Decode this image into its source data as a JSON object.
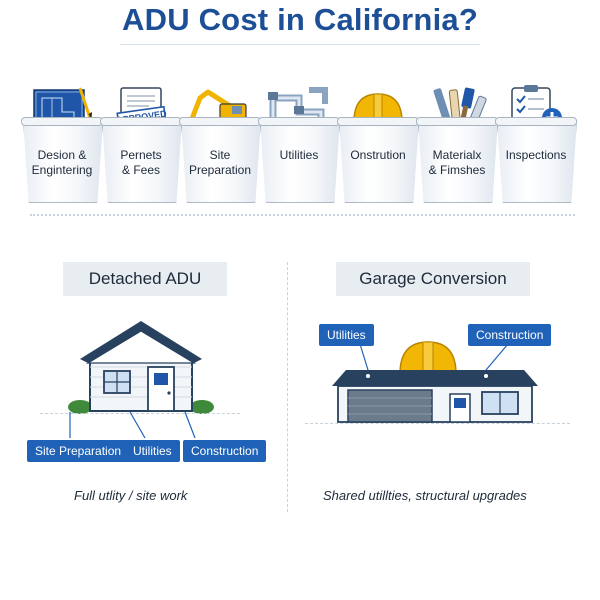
{
  "title": "ADU Cost in California?",
  "cost_categories": [
    {
      "label": "Desion &\nEngintering",
      "icon": "blueprint-icon"
    },
    {
      "label": "Pernets\n& Fees",
      "icon": "approved-document-icon",
      "stamp": "APPROVED"
    },
    {
      "label": "Site\nPreparation",
      "icon": "excavator-icon"
    },
    {
      "label": "Utilities",
      "icon": "pipes-icon"
    },
    {
      "label": "Onstrution",
      "icon": "hard-hat-icon"
    },
    {
      "label": "Materialx\n& Fimshes",
      "icon": "paint-tools-icon"
    },
    {
      "label": "Inspections",
      "icon": "checklist-icon"
    }
  ],
  "detached": {
    "title": "Detached ADU",
    "tags": [
      "Site Preparation",
      "Utilities",
      "Construction"
    ],
    "caption": "Full utlity / site work"
  },
  "garage": {
    "title": "Garage Conversion",
    "tags": [
      "Utilities",
      "Construction"
    ],
    "caption": "Shared utillties, structural upgrades"
  },
  "colors": {
    "title": "#1d4f96",
    "tag": "#1f62b8",
    "header_bg": "#e8edf2",
    "hat": "#f2b705"
  }
}
